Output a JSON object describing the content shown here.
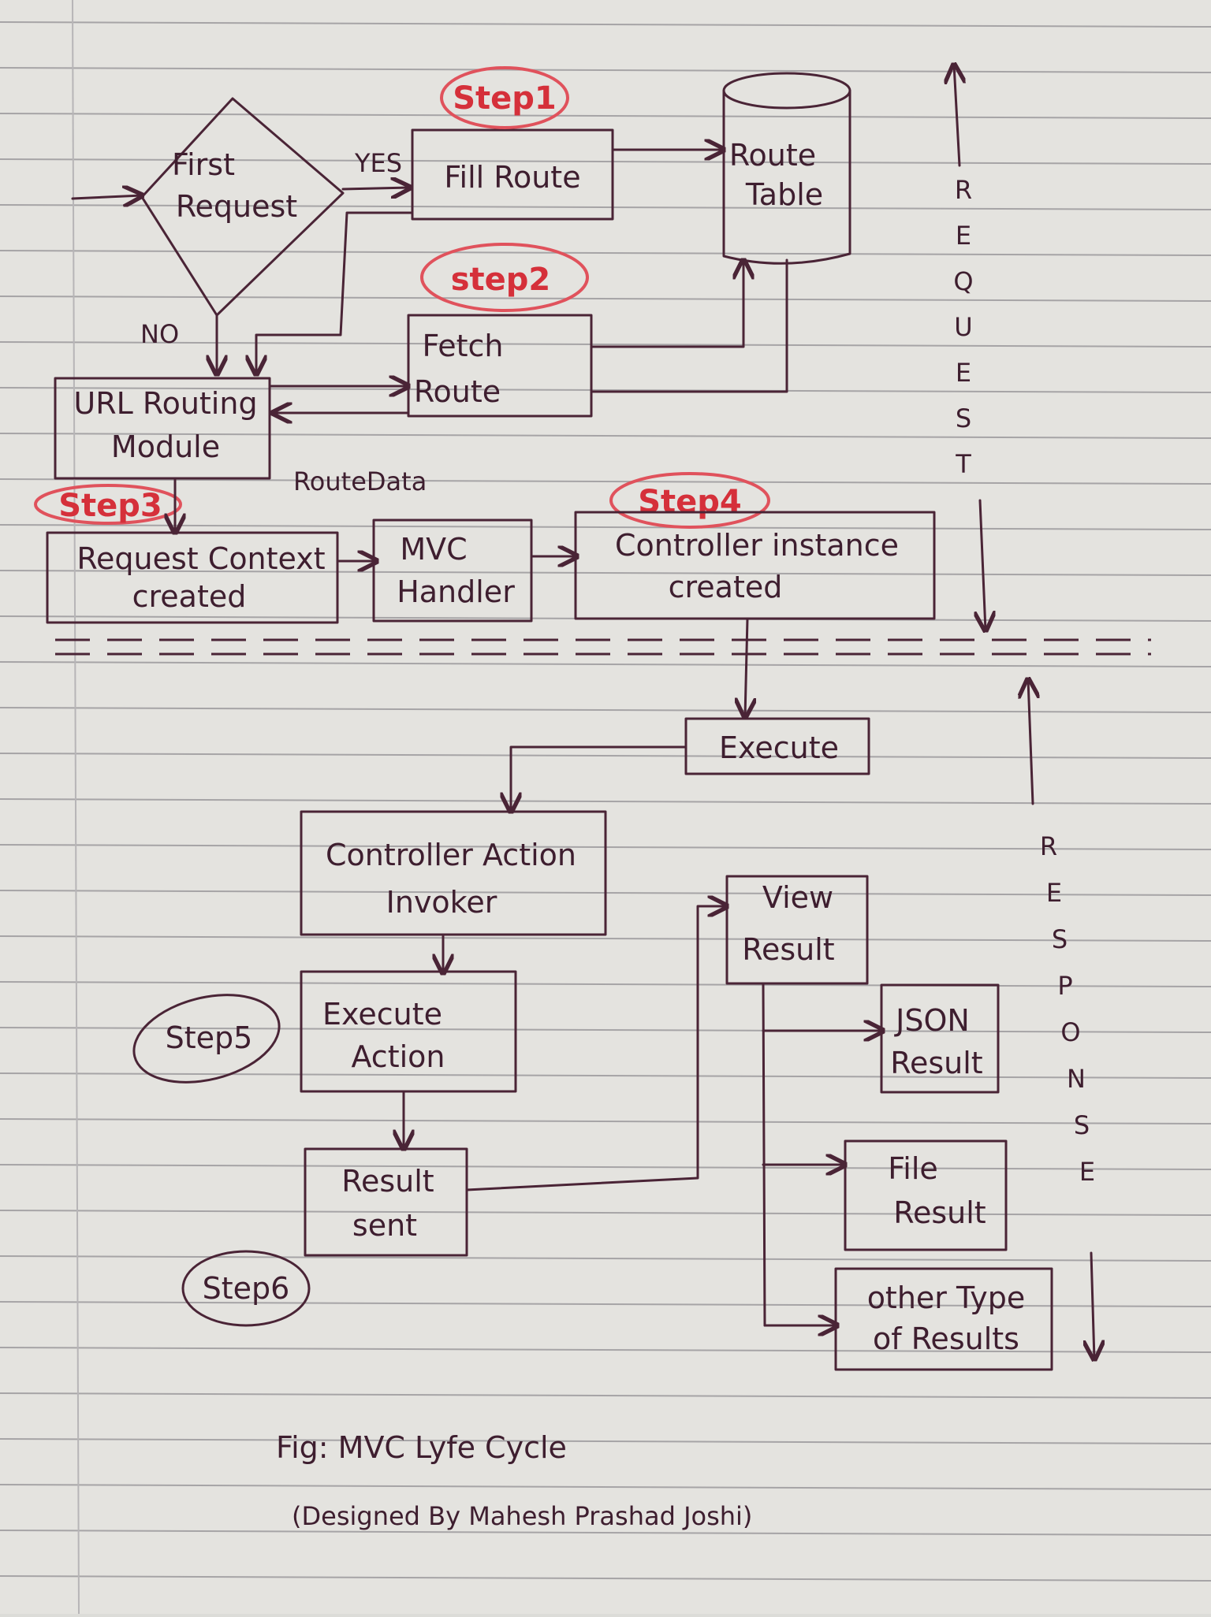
{
  "diagram": {
    "decision": {
      "line1": "First",
      "line2": "Request"
    },
    "edge_yes": "YES",
    "edge_no": "NO",
    "fill_route": "Fill Route",
    "route_table": {
      "line1": "Route",
      "line2": "Table"
    },
    "fetch_route": {
      "line1": "Fetch",
      "line2": "Route"
    },
    "url_routing": {
      "line1": "URL Routing",
      "line2": "Module"
    },
    "route_data_label": "RouteData",
    "request_context": {
      "line1": "Request Context",
      "line2": "created"
    },
    "mvc_handler": {
      "line1": "MVC",
      "line2": "Handler"
    },
    "controller_instance": {
      "line1": "Controller instance",
      "line2": "created"
    },
    "execute": "Execute",
    "controller_action_invoker": {
      "line1": "Controller Action",
      "line2": "Invoker"
    },
    "execute_action": {
      "line1": "Execute",
      "line2": "Action"
    },
    "result_sent": {
      "line1": "Result",
      "line2": "sent"
    },
    "view_result": {
      "line1": "View",
      "line2": "Result"
    },
    "json_result": {
      "line1": "JSON",
      "line2": "Result"
    },
    "file_result": {
      "line1": "File",
      "line2": "Result"
    },
    "other_result": {
      "line1": "other Type",
      "line2": "of Results"
    },
    "steps": {
      "step1": "Step1",
      "step2": "step2",
      "step3": "Step3",
      "step4": "Step4",
      "step5": "Step5",
      "step6": "Step6"
    },
    "request_letters": [
      "R",
      "E",
      "Q",
      "U",
      "E",
      "S",
      "T"
    ],
    "response_letters": [
      "R",
      "E",
      "S",
      "P",
      "O",
      "N",
      "S",
      "E"
    ],
    "caption": "Fig: MVC Lyfe Cycle",
    "credit": "(Designed By Mahesh Prashad Joshi)"
  },
  "colors": {
    "paper": "#e4e3df",
    "ink": "#4a2436",
    "step_red": "#d5303a",
    "rule_line": "#a6a4a6"
  }
}
